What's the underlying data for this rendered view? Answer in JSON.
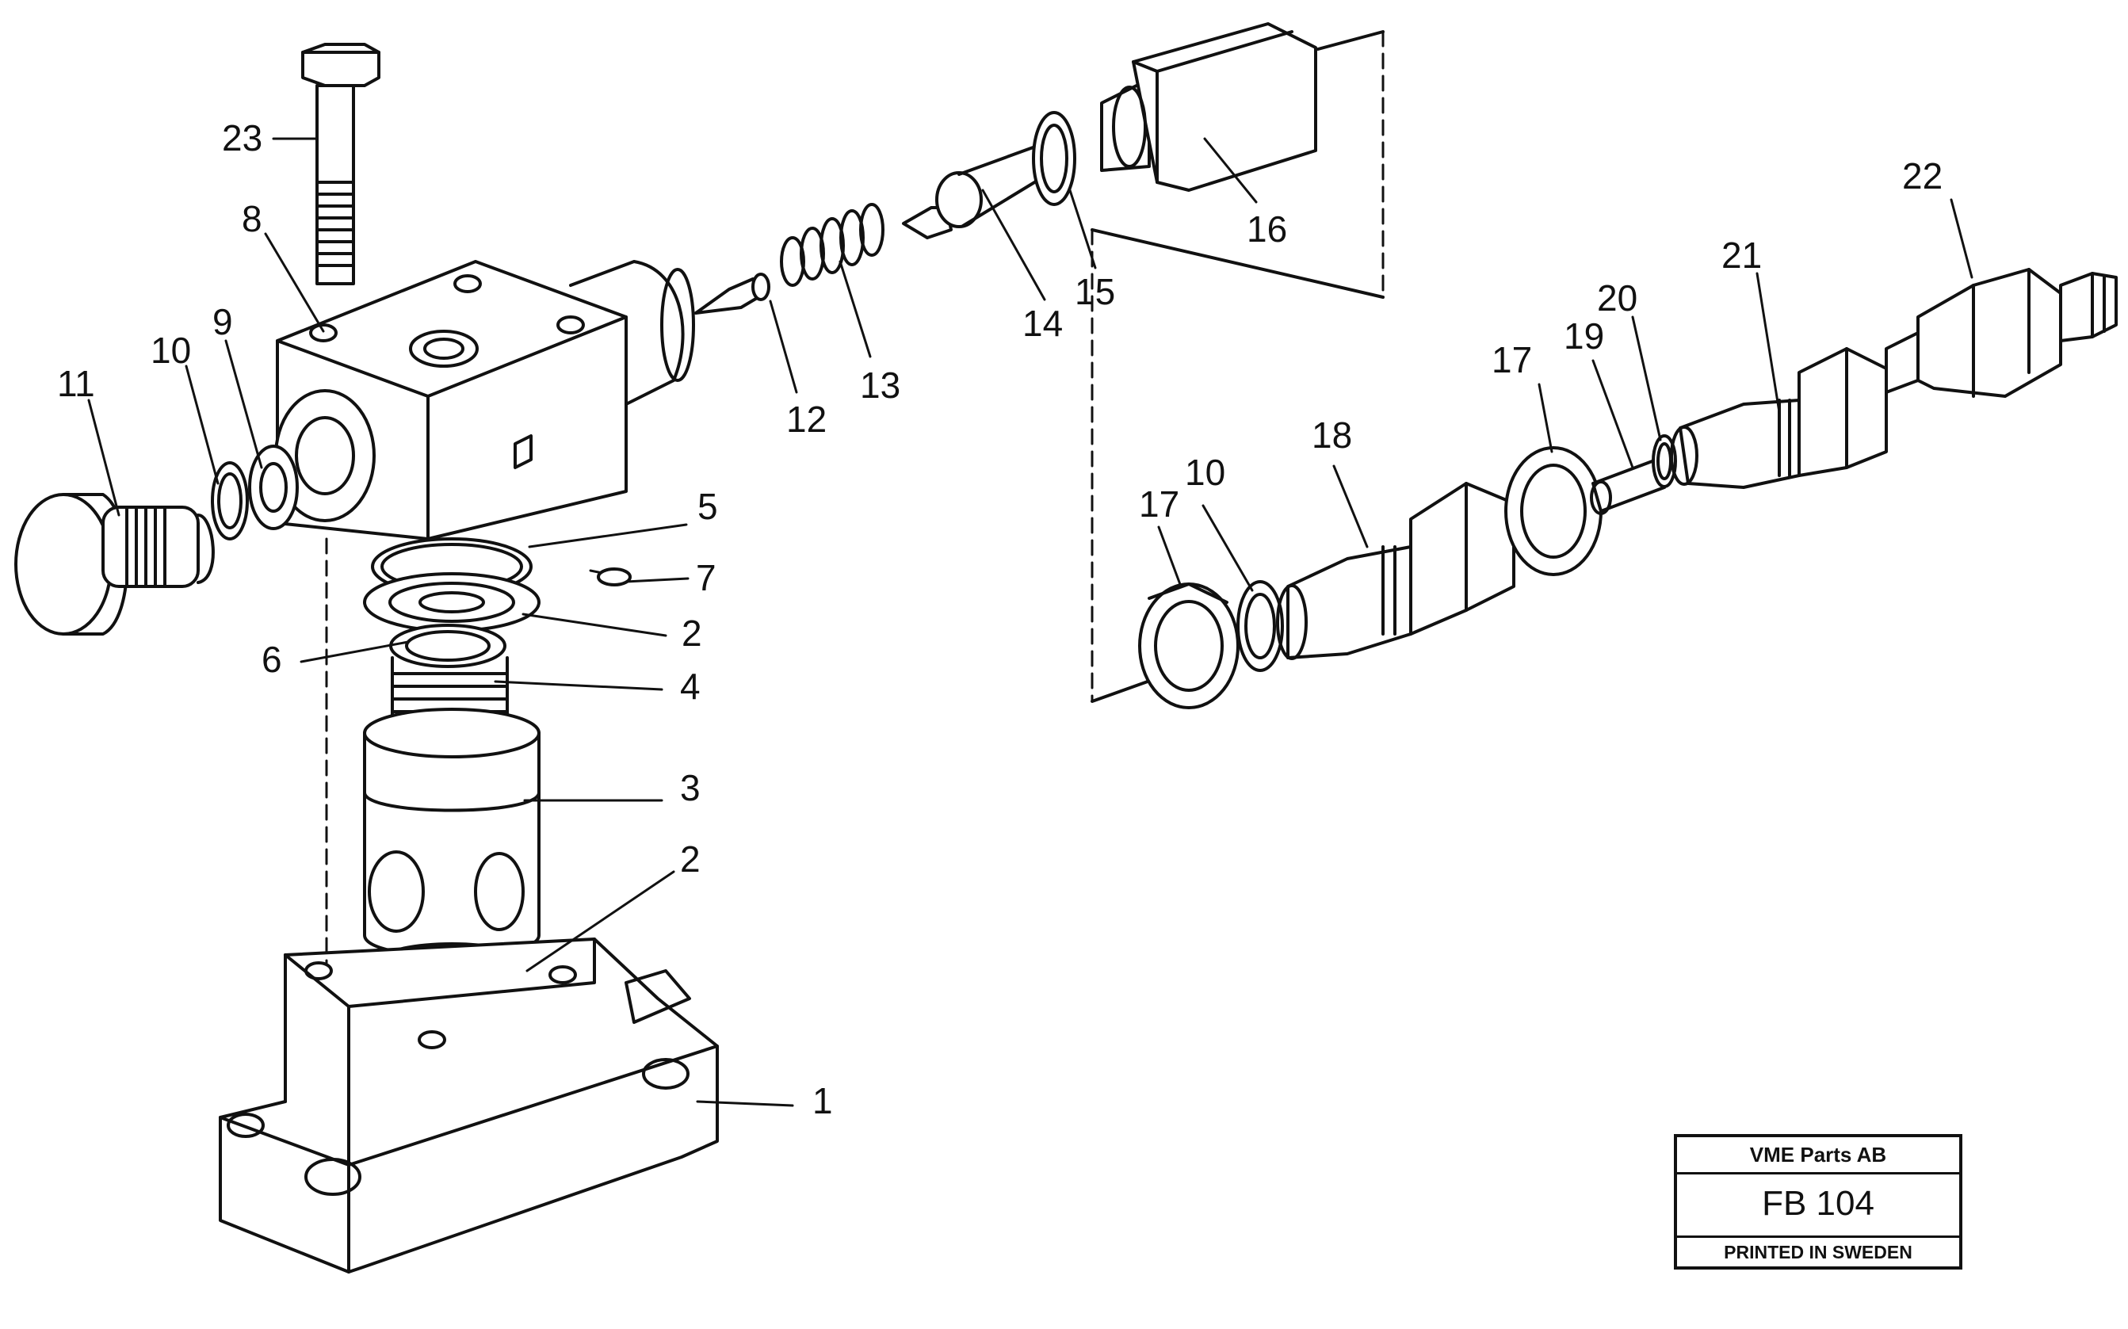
{
  "callouts": [
    "23",
    "8",
    "9",
    "10",
    "11",
    "12",
    "13",
    "14",
    "15",
    "16",
    "5",
    "7",
    "2",
    "6",
    "4",
    "3",
    "2",
    "1",
    "22",
    "21",
    "20",
    "19",
    "17",
    "18",
    "10",
    "17"
  ],
  "title_block": {
    "company": "VME Parts AB",
    "code": "FB 104",
    "printed": "PRINTED IN SWEDEN"
  }
}
